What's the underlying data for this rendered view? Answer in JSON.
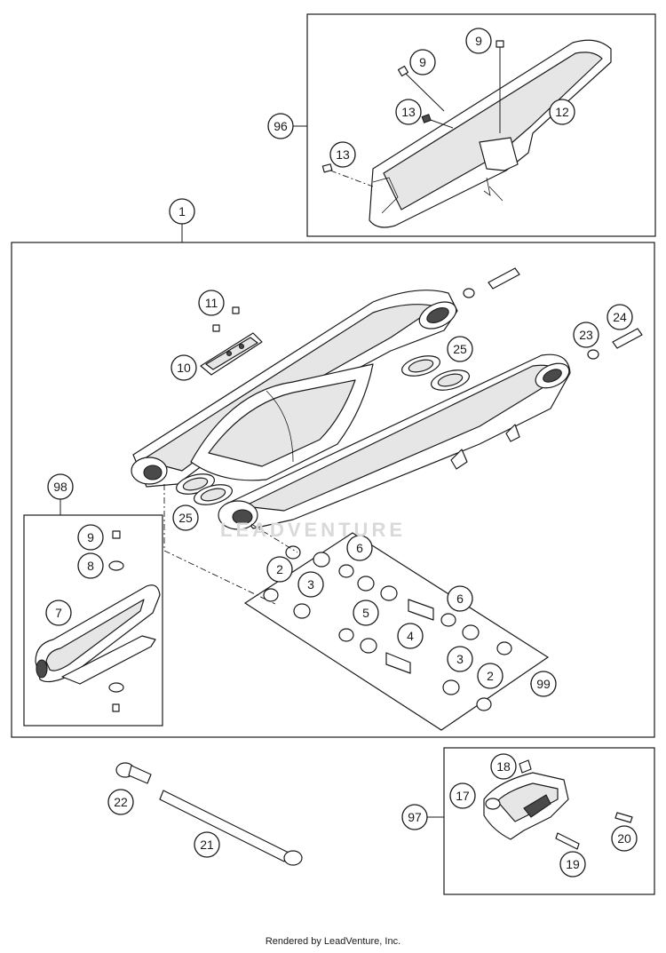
{
  "diagram": {
    "callouts": {
      "c1": "1",
      "c2a": "2",
      "c2b": "2",
      "c3a": "3",
      "c3b": "3",
      "c4": "4",
      "c5": "5",
      "c6a": "6",
      "c6b": "6",
      "c7": "7",
      "c8": "8",
      "c9a": "9",
      "c9b": "9",
      "c9c": "9",
      "c10": "10",
      "c11": "11",
      "c12": "12",
      "c13a": "13",
      "c13b": "13",
      "c17": "17",
      "c18": "18",
      "c19": "19",
      "c20": "20",
      "c21": "21",
      "c22": "22",
      "c23": "23",
      "c24": "24",
      "c25a": "25",
      "c25b": "25",
      "c96": "96",
      "c97": "97",
      "c98": "98",
      "c99": "99"
    },
    "watermark": "LEADVENTURE",
    "footer": "Rendered by LeadVenture, Inc.",
    "colors": {
      "line": "#1a1a1a",
      "fill": "#ffffff",
      "shade": "#e6e6e6"
    }
  }
}
